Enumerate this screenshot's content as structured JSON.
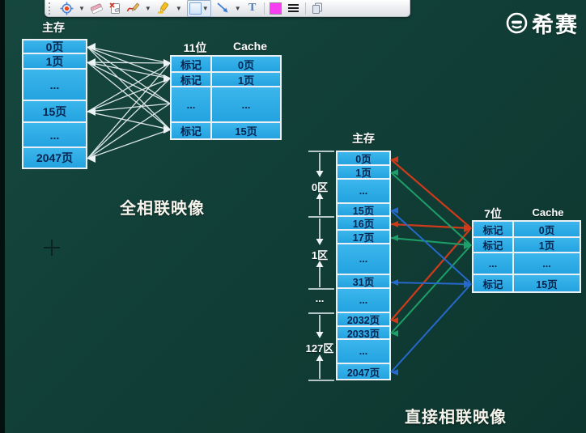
{
  "logo": {
    "brand": "希赛"
  },
  "toolbar": {
    "icons": [
      "laser-pointer",
      "eraser",
      "clear-all",
      "pen",
      "highlighter",
      "rectangle-tool",
      "arrow-tool",
      "text-tool",
      "color-swatch",
      "line-thickness",
      "pages"
    ],
    "text_tool_glyph": "T",
    "swatch_style": "background:#f73ff2;"
  },
  "left_diagram": {
    "memory_title": "主存",
    "memory_rows": [
      "0页",
      "1页",
      "...",
      "15页",
      "...",
      "2047页"
    ],
    "cache_bits": "11位",
    "cache_title": "Cache",
    "cache_rows": [
      {
        "tag": "标记",
        "page": "0页"
      },
      {
        "tag": "标记",
        "page": "1页"
      },
      {
        "tag": "...",
        "page": "..."
      },
      {
        "tag": "标记",
        "page": "15页"
      }
    ],
    "caption": "全相联映像"
  },
  "right_diagram": {
    "memory_title": "主存",
    "memory_rows": [
      "0页",
      "1页",
      "...",
      "15页",
      "16页",
      "17页",
      "...",
      "31页",
      "...",
      "2032页",
      "2033页",
      "...",
      "2047页"
    ],
    "region_labels": [
      "0区",
      "1区",
      "...",
      "127区"
    ],
    "cache_bits": "7位",
    "cache_title": "Cache",
    "cache_rows": [
      {
        "tag": "标记",
        "page": "0页"
      },
      {
        "tag": "标记",
        "page": "1页"
      },
      {
        "tag": "...",
        "page": "..."
      },
      {
        "tag": "标记",
        "page": "15页"
      }
    ],
    "caption": "直接相联映像",
    "line_colors": {
      "red": "#cf3a1a",
      "green": "#1e9e68",
      "blue": "#2668cc"
    }
  }
}
